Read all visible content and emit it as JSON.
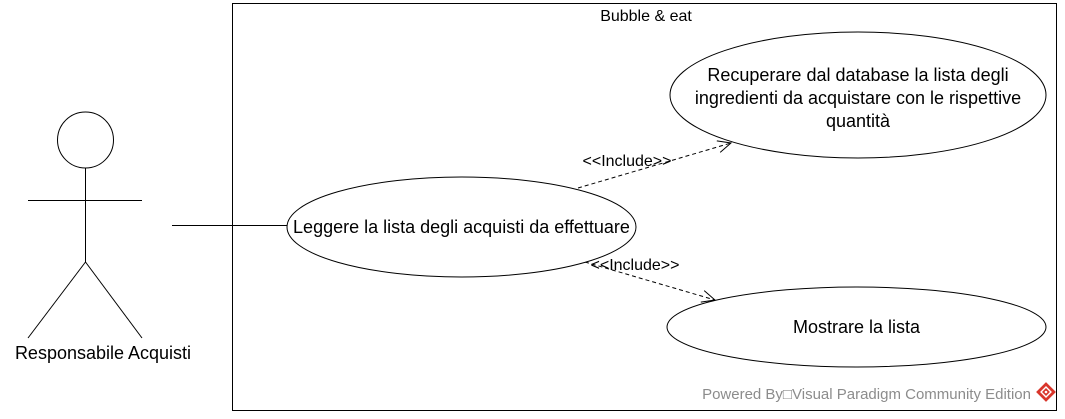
{
  "diagram": {
    "type": "use-case",
    "system": {
      "name": "Bubble & eat"
    },
    "actors": [
      {
        "name": "Responsabile Acquisti"
      }
    ],
    "use_cases": [
      {
        "lines": [
          "Leggere la lista degli acquisti da effettuare"
        ]
      },
      {
        "lines": [
          "Recuperare dal database la lista degli",
          "ingredienti da acquistare con le rispettive",
          "quantità"
        ]
      },
      {
        "lines": [
          "Mostrare la lista"
        ]
      }
    ],
    "associations": [
      {
        "actor": 0,
        "use_case": 0
      }
    ],
    "includes": [
      {
        "label": "<<Include>>",
        "from": 0,
        "to": 1
      },
      {
        "label": "<<Include>>",
        "from": 0,
        "to": 2
      }
    ]
  },
  "footer": {
    "text": "Powered By□Visual Paradigm Community Edition",
    "text_color": "#8c8c8c",
    "logo_icon": "visual-paradigm-logo-icon",
    "logo_color": "#d9362b"
  }
}
